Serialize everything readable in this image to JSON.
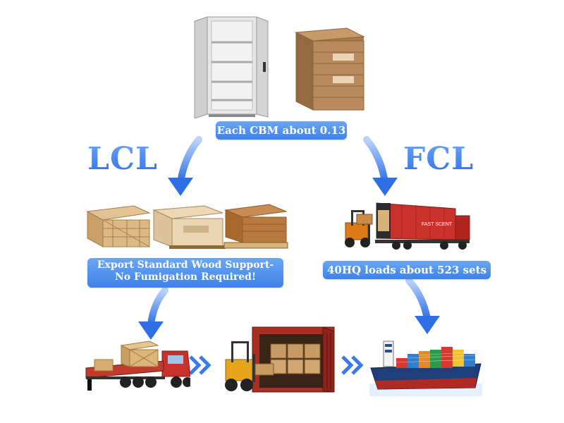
{
  "top": {
    "cbm_label": "Each CBM about 0.13"
  },
  "lcl": {
    "label": "LCL",
    "packaging_line1": "Export Standard Wood Support-",
    "packaging_line2": "No Fumigation Required!"
  },
  "fcl": {
    "label": "FCL",
    "capacity_label": "40HQ loads about 523 sets",
    "truck_brand": "FAST SCENT"
  },
  "colors": {
    "accent": "#3d82e8",
    "accent_light": "#6aa6f4",
    "arrow": "#3a7aea",
    "container_red": "#c8322a",
    "cabinet_grey": "#d8d8d8",
    "carton": "#b88a5e",
    "wood": "#d9b98c",
    "ship_hull": "#1e3f7a"
  },
  "icons": {
    "cabinet": "steel-cabinet-image",
    "cartons": "carton-stack-image",
    "crates": "wooden-crates-image",
    "container_truck": "container-truck-image",
    "flatbed": "flatbed-truck-image",
    "loading": "container-loading-image",
    "ship": "container-ship-image"
  }
}
